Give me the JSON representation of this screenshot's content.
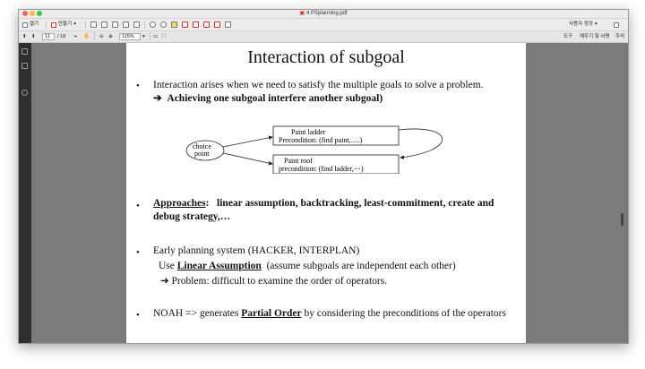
{
  "window": {
    "title": "4 PSplanning.pdf"
  },
  "toolbar": {
    "open_label": "열기",
    "create_label": "만들기",
    "user_label": "사용자 정의"
  },
  "nav": {
    "page_current": "11",
    "page_total": "/ 18",
    "zoom": "115%",
    "tools_label": "도구",
    "fill_sign_label": "채우기 및 서명",
    "comment_label": "주석"
  },
  "slide": {
    "title": "Interaction of subgoal",
    "bullet_symbol": "•",
    "bullet1": "Interaction arises when we need to satisfy the multiple goals to solve a problem.",
    "bullet1_sub_arrow": "➔",
    "bullet1_sub": "Achieving one subgoal interfere another subgoal)",
    "diagram": {
      "ellipse_line1": "choice",
      "ellipse_line2": "point",
      "box1_line1": "Paint ladder",
      "box1_line2": "Precondition: (find paint,….)",
      "box2_line1": "Paint roof",
      "box2_line2": "precondition: (find ladder,⋯)"
    },
    "bullet2_term": "Approaches",
    "bullet2_colon": ":",
    "bullet2_rest": "linear assumption, backtracking, least-commitment, create and debug strategy,…",
    "bullet3": "Early planning system (HACKER, INTERPLAN)",
    "bullet3_use": "Use",
    "bullet3_term": "Linear Assumption",
    "bullet3_paren": "(assume subgoals are independent each other)",
    "bullet3_arrow": "➔",
    "bullet3_problem": "Problem: difficult to examine the order of operators.",
    "bullet4_pre": "NOAH => generates",
    "bullet4_term": "Partial Order",
    "bullet4_post": "by considering the preconditions of the operators"
  },
  "colors": {
    "app_bg": "#7b7b7b",
    "sidebar": "#2f2f2f",
    "toolbar": "#ececec"
  }
}
